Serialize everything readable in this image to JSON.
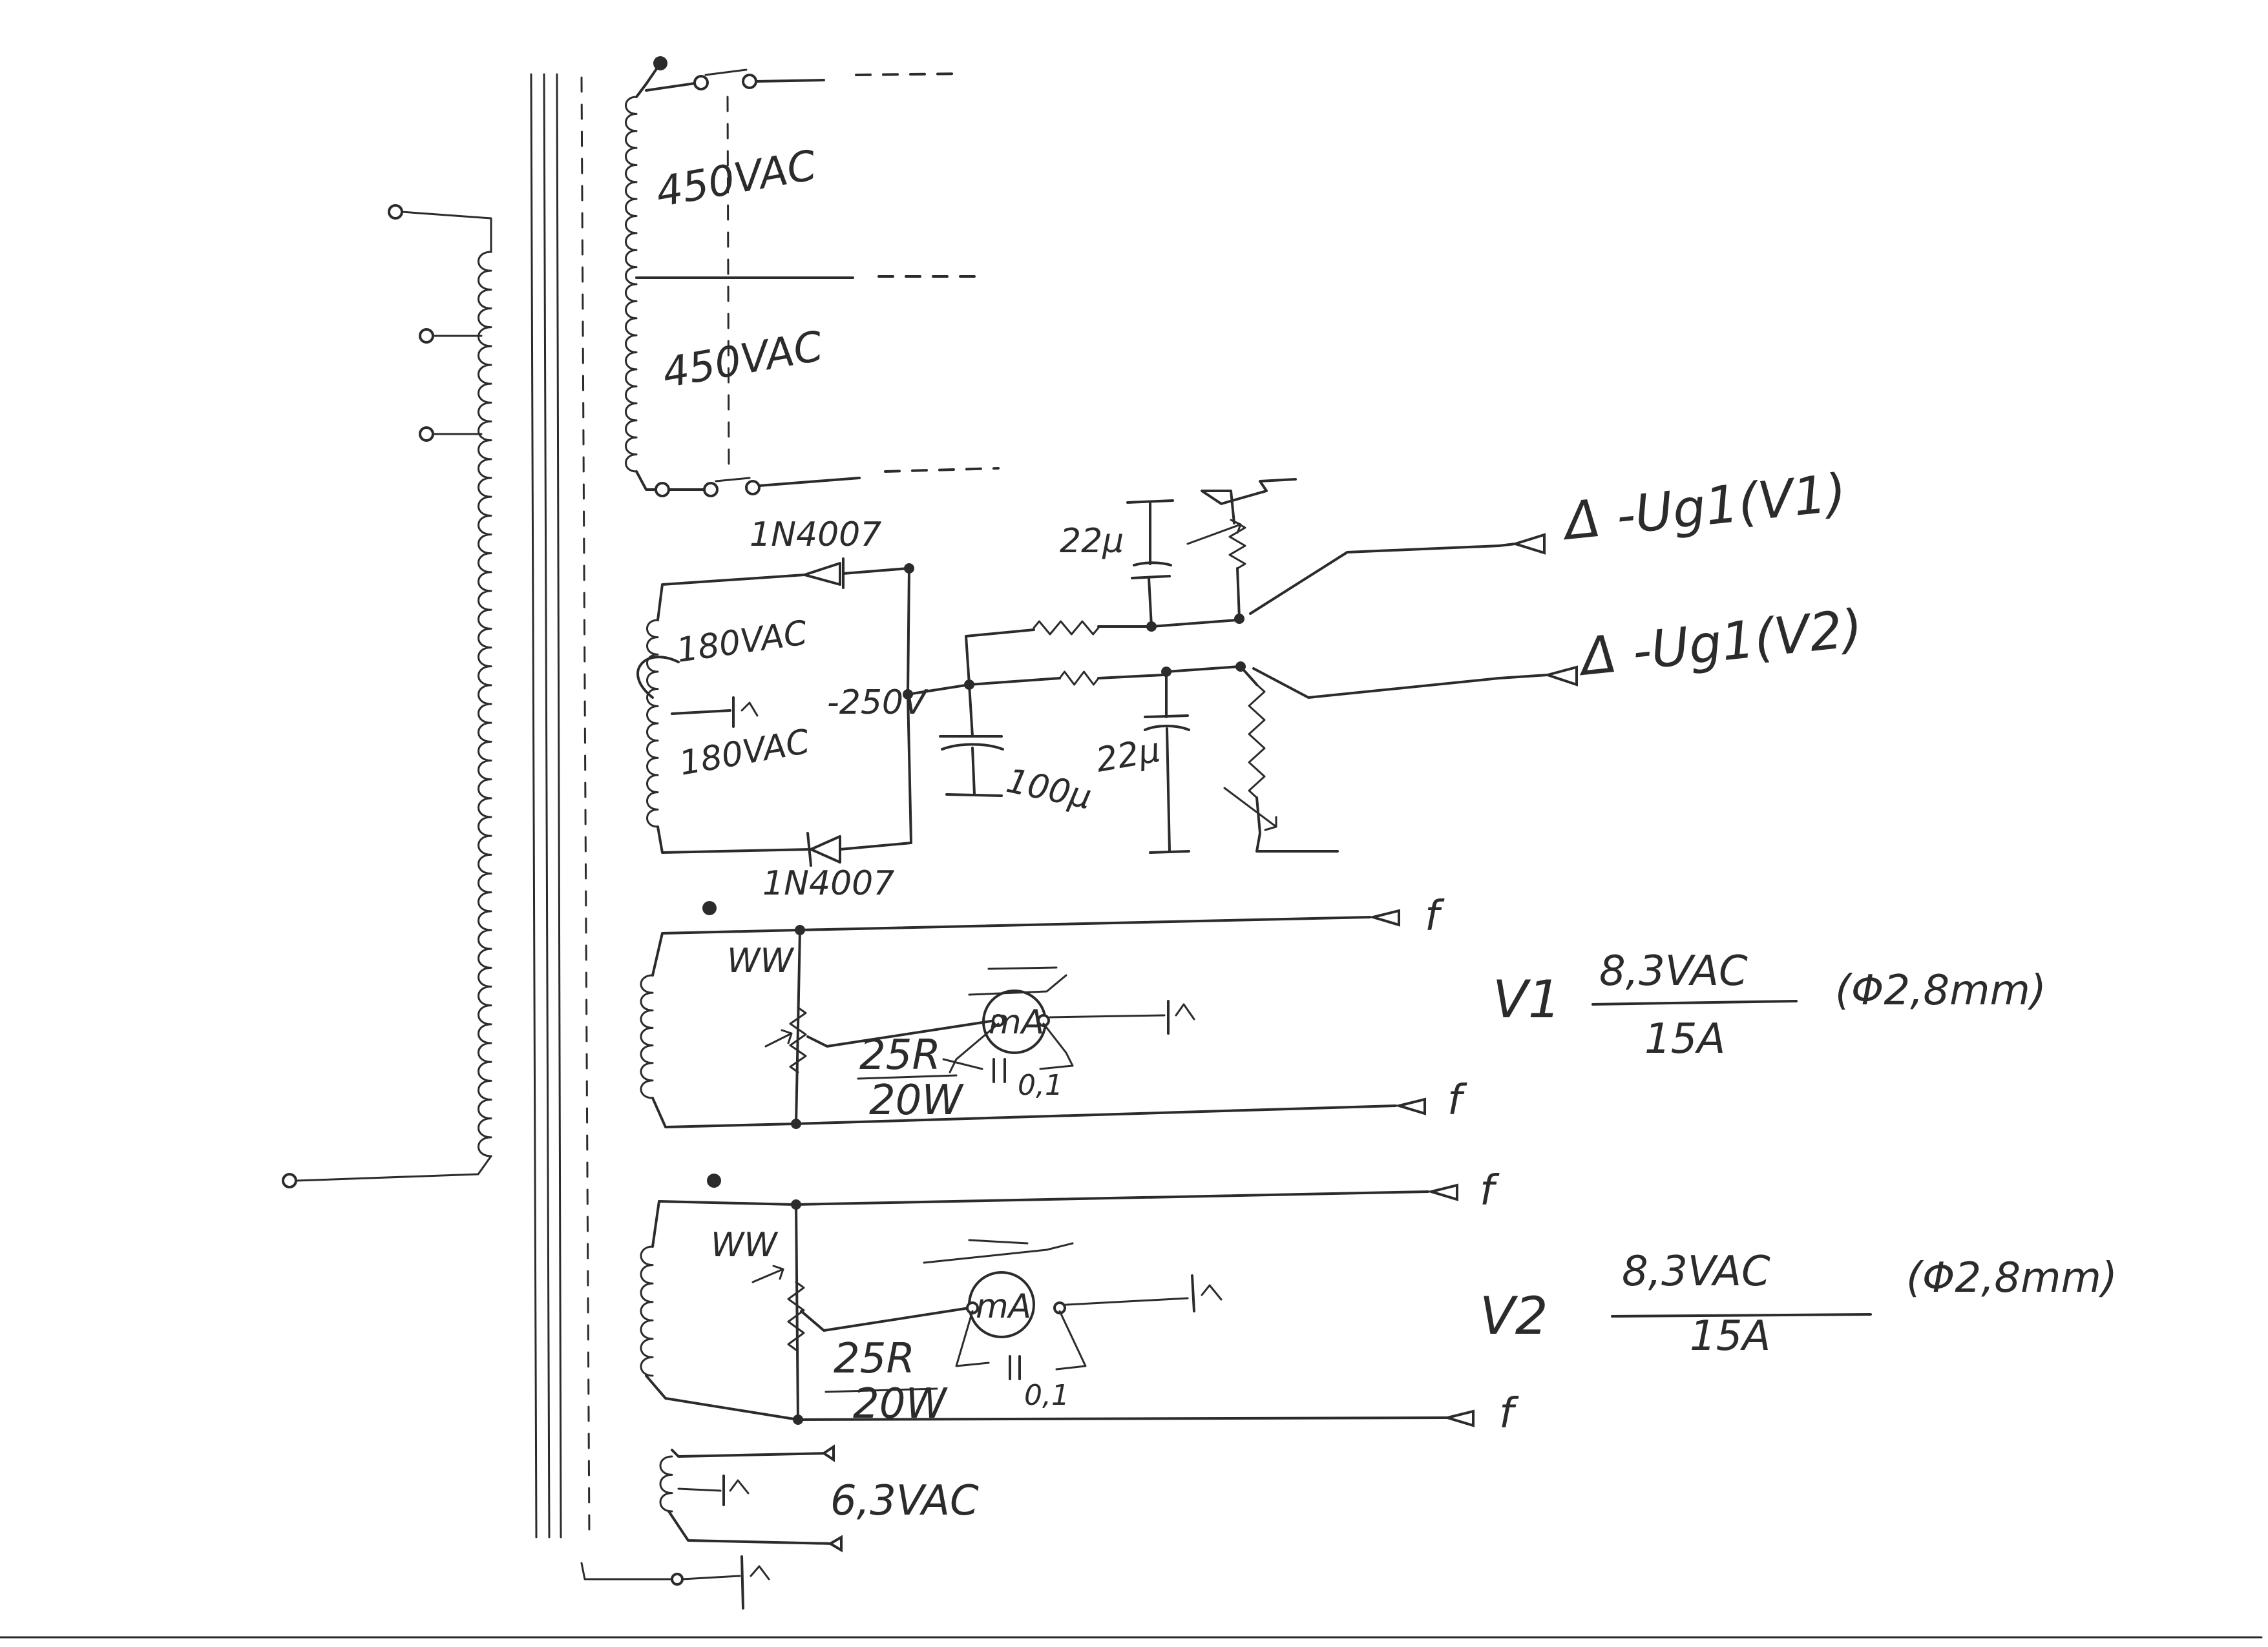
{
  "labels": {
    "sec_hv_top": "450VAC",
    "sec_hv_bottom": "450VAC",
    "diode_top": "1N4007",
    "diode_bottom": "1N4007",
    "bias_top": "180VAC",
    "bias_bottom": "180VAC",
    "bias_dc": "-250V",
    "cap_22u_top": "22µ",
    "cap_100u": "100µ",
    "cap_22u_bottom": "22µ",
    "out_ug1_v1": "Δ -Ug1(V1)",
    "out_ug1_v2": "Δ -Ug1(V2)",
    "f_label": "f",
    "ww_label": "WW",
    "rheo_value_top": "25R",
    "rheo_power_top": "20W",
    "rheo_value_bottom": "25R",
    "rheo_power_bottom": "20W",
    "meter_label": "mA",
    "cap_01": "0,1",
    "v1_name": "V1",
    "v1_voltage": "8,3VAC",
    "v1_current": "15A",
    "v1_wire": "(Φ2,8mm)",
    "v2_name": "V2",
    "v2_voltage": "8,3VAC",
    "v2_current": "15A",
    "v2_wire": "(Φ2,8mm)",
    "aux_voltage": "6,3VAC",
    "mains_symbol": "~"
  }
}
